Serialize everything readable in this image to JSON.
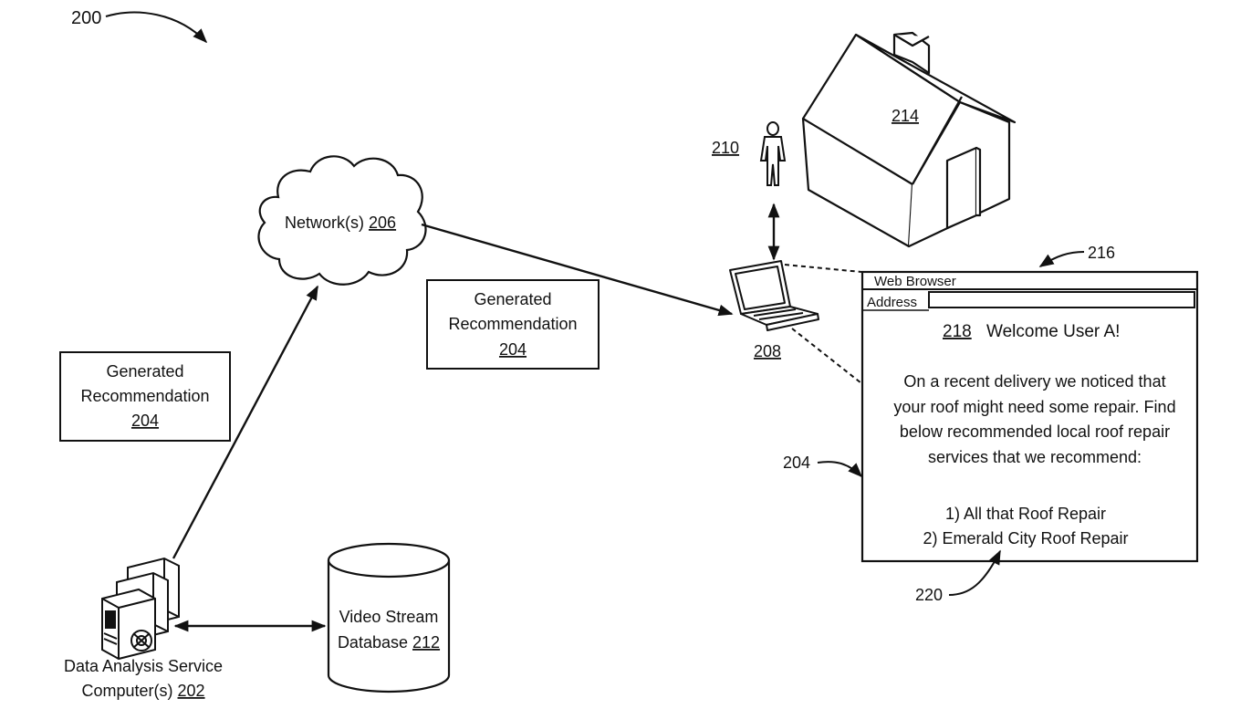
{
  "figure": {
    "ref_number": "200"
  },
  "network": {
    "label": "Network(s)",
    "ref": "206"
  },
  "recommendation_left": {
    "line1": "Generated",
    "line2": "Recommendation",
    "ref": "204"
  },
  "recommendation_middle": {
    "line1": "Generated",
    "line2": "Recommendation",
    "ref": "204"
  },
  "server": {
    "line1": "Data Analysis Service",
    "line2": "Computer(s)",
    "ref": "202"
  },
  "database": {
    "line1": "Video Stream",
    "line2": "Database",
    "ref": "212"
  },
  "user": {
    "ref": "210"
  },
  "house": {
    "ref": "214"
  },
  "laptop": {
    "ref": "208"
  },
  "browser": {
    "ref_arrow": "216",
    "title": "Web Browser",
    "address_label": "Address",
    "welcome_ref": "218",
    "welcome_text": "Welcome User A!",
    "message_lines": [
      "On a recent delivery we noticed that",
      "your roof might need some repair. Find",
      "below recommended local roof repair",
      "services that we recommend:"
    ],
    "list_items": [
      "1) All that Roof Repair",
      "2) Emerald City Roof Repair"
    ],
    "ref_recommendation": "204",
    "ref_list": "220"
  }
}
